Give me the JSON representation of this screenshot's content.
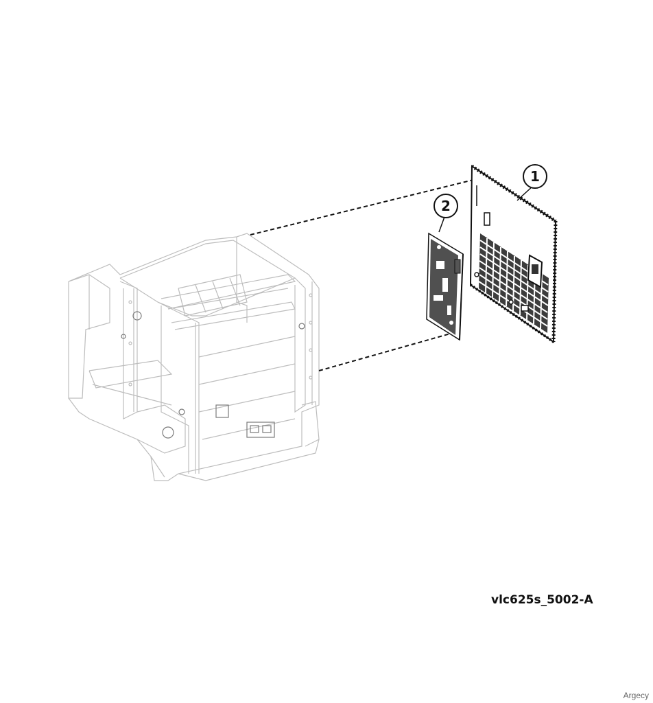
{
  "callouts": [
    {
      "label": "1"
    },
    {
      "label": "2"
    }
  ],
  "figure_id": "vlc625s_5002-A",
  "watermark": "Argecy"
}
